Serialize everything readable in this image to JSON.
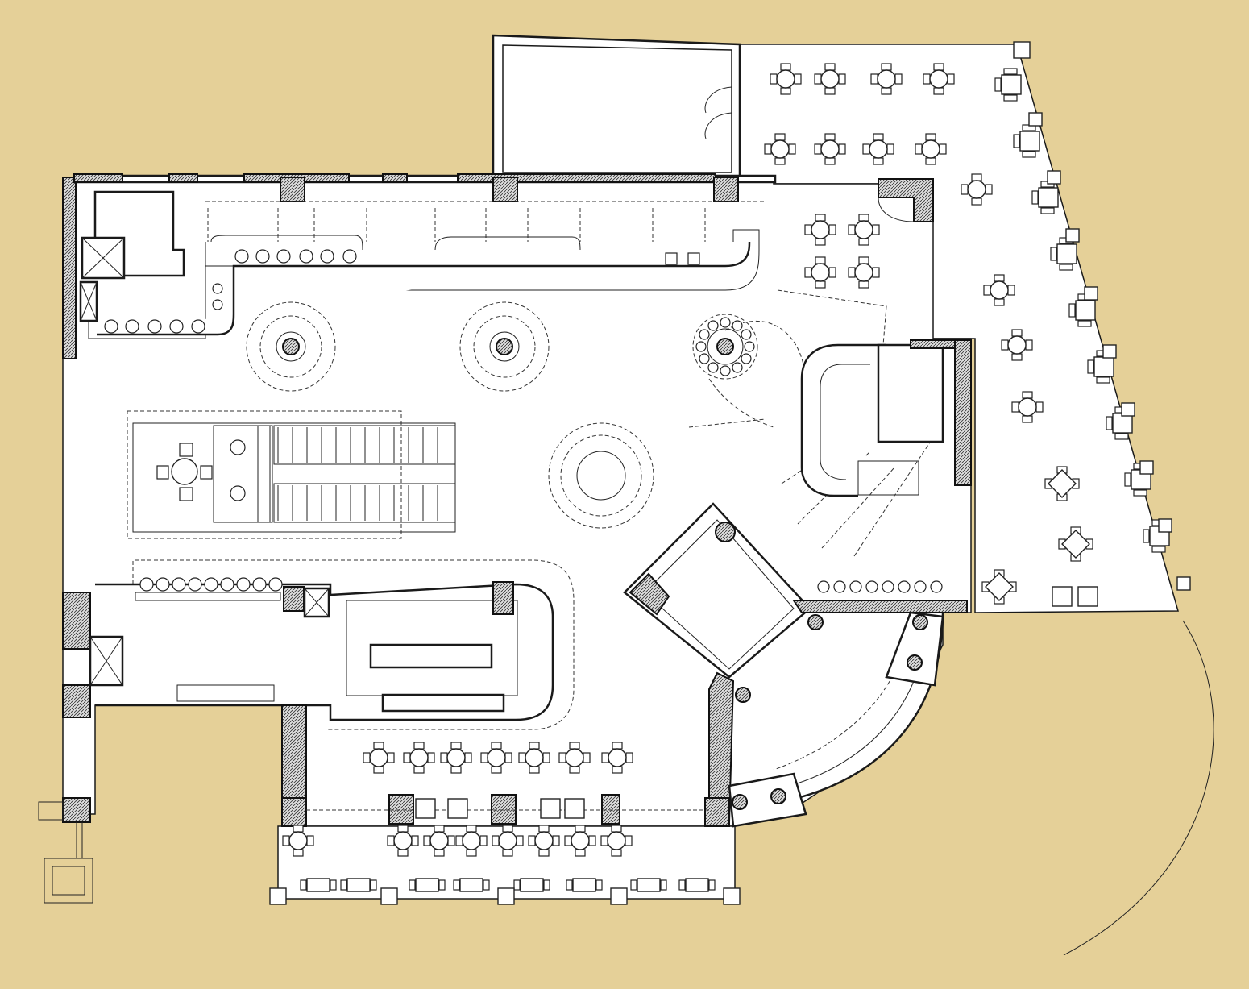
{
  "background_color": "#e5d098",
  "floor_color": "#ffffff",
  "line_color": "#1a1a1a",
  "plan": {
    "type": "architectural floor plan",
    "zones": [
      {
        "id": "main-hall"
      },
      {
        "id": "north-terrace"
      },
      {
        "id": "east-terrace"
      },
      {
        "id": "south-terrace"
      },
      {
        "id": "service-kitchen"
      },
      {
        "id": "round-bar"
      },
      {
        "id": "escalators"
      }
    ]
  }
}
